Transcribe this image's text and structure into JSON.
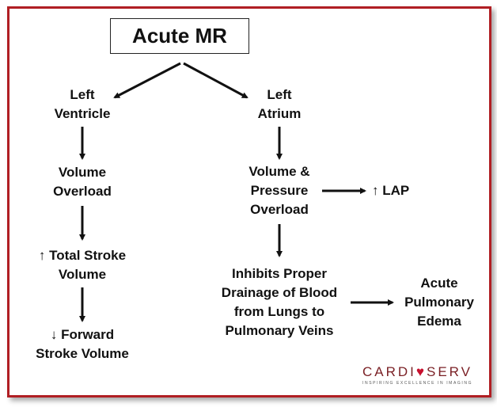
{
  "title": "Acute MR",
  "left_branch": {
    "ventricle": [
      "Left",
      "Ventricle"
    ],
    "volume_overload": [
      "Volume",
      "Overload"
    ],
    "total_stroke": [
      "↑ Total Stroke",
      "Volume"
    ],
    "forward_stroke": [
      "↓ Forward",
      "Stroke Volume"
    ]
  },
  "right_branch": {
    "atrium": [
      "Left",
      "Atrium"
    ],
    "vp_overload": [
      "Volume &",
      "Pressure",
      "Overload"
    ],
    "lap": "↑ LAP",
    "drainage": [
      "Inhibits Proper",
      "Drainage of Blood",
      "from Lungs to",
      "Pulmonary Veins"
    ],
    "edema": [
      "Acute",
      "Pulmonary",
      "Edema"
    ]
  },
  "logo": {
    "word_before": "CARDI",
    "word_after": "SERV",
    "tagline": "INSPIRING EXCELLENCE IN IMAGING"
  },
  "colors": {
    "border": "#b01e23",
    "text": "#111111",
    "logo": "#7a1f24"
  }
}
